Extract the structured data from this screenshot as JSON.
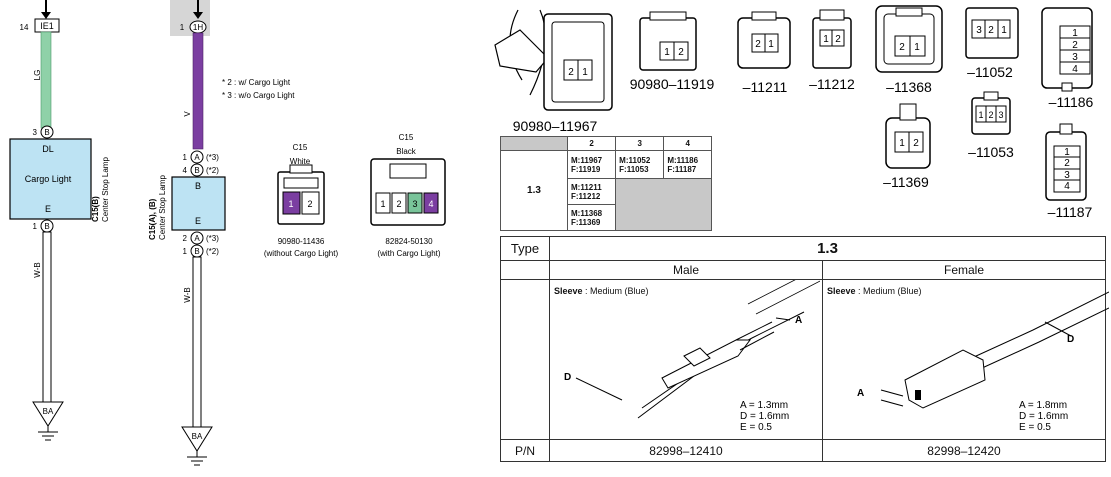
{
  "wiring": {
    "left_circuit": {
      "top_connector": "IE1",
      "top_pin": "14",
      "wire_top": "LG",
      "pin_top": "3",
      "pin_top_letter": "B",
      "box_label_top": "DL",
      "box_label_main": "Cargo Light",
      "box_label_bottom": "E",
      "pin_bottom": "1",
      "pin_bottom_letter": "B",
      "connector_code": "C15(B)",
      "connector_desc": "Center Stop Lamp",
      "wire_bottom": "W-B",
      "ground": "BA"
    },
    "right_circuit": {
      "top_pin": "1",
      "top_connector": "1H",
      "wire_top": "V",
      "pins_top": [
        {
          "num": "1",
          "letter": "A",
          "note": "(*3)"
        },
        {
          "num": "4",
          "letter": "B",
          "note": "(*2)"
        }
      ],
      "box_label_top": "B",
      "box_label_bottom": "E",
      "pins_bottom": [
        {
          "num": "2",
          "letter": "A",
          "note": "(*3)"
        },
        {
          "num": "1",
          "letter": "B",
          "note": "(*2)"
        }
      ],
      "connector_code": "C15(A), (B)",
      "connector_desc": "Center Stop Lamp",
      "wire_bottom": "W-B",
      "ground": "BA"
    },
    "notes": [
      "* 2 : w/ Cargo Light",
      "* 3 : w/o Cargo Light"
    ],
    "connectors": [
      {
        "code": "C15",
        "color": "White",
        "part": "90980-11436",
        "desc": "(without Cargo Light)",
        "pins": [
          "1",
          "2"
        ]
      },
      {
        "code": "C15",
        "color": "Black",
        "part": "82824-50130",
        "desc": "(with Cargo Light)",
        "pins": [
          "1",
          "2",
          "3",
          "4"
        ]
      }
    ],
    "colors": {
      "lg_wire": "#8fd1a8",
      "v_wire": "#7b3ea1",
      "box_fill": "#bde3f3",
      "pin_purple": "#7b3ea1",
      "pin_green": "#79c49a"
    }
  },
  "connector_shapes": {
    "items": [
      {
        "label": "90980–11967",
        "pins": [
          "2",
          "1"
        ]
      },
      {
        "label": "90980–11919",
        "pins": [
          "1",
          "2"
        ]
      },
      {
        "label": "–11211",
        "pins": [
          "2",
          "1"
        ]
      },
      {
        "label": "–11212",
        "pins": [
          "1",
          "2"
        ]
      },
      {
        "label": "–11368",
        "pins": [
          "2",
          "1"
        ]
      },
      {
        "label": "–11052",
        "pins": [
          "3",
          "2",
          "1"
        ]
      },
      {
        "label": "–11186",
        "pins": [
          "1",
          "2",
          "3",
          "4"
        ]
      },
      {
        "label": "–11369",
        "pins": [
          "1",
          "2"
        ]
      },
      {
        "label": "–11053",
        "pins": [
          "1",
          "2",
          "3"
        ]
      },
      {
        "label": "–11187",
        "pins": [
          "1",
          "2",
          "3",
          "4"
        ]
      }
    ]
  },
  "cell_table": {
    "headers": [
      "2",
      "3",
      "4"
    ],
    "row_label": "1.3",
    "col2": [
      "M:11967",
      "F:11919",
      "M:11211",
      "F:11212",
      "M:11368",
      "F:11369"
    ],
    "col3": [
      "M:11052",
      "F:11053"
    ],
    "col4": [
      "M:11186",
      "F:11187"
    ]
  },
  "spec_table": {
    "type_label": "Type",
    "type_value": "1.3",
    "male_label": "Male",
    "female_label": "Female",
    "male": {
      "sleeve_key": "Sleeve",
      "sleeve_value": " : Medium (Blue)",
      "dims": [
        "A = 1.3mm",
        "D = 1.6mm",
        "E = 0.5"
      ],
      "marker_a": "A",
      "marker_d": "D",
      "pn": "82998–12410"
    },
    "female": {
      "sleeve_key": "Sleeve",
      "sleeve_value": " : Medium (Blue)",
      "dims": [
        "A = 1.8mm",
        "D = 1.6mm",
        "E = 0.5"
      ],
      "marker_a": "A",
      "marker_d": "D",
      "pn": "82998–12420"
    },
    "pn_label": "P/N"
  }
}
